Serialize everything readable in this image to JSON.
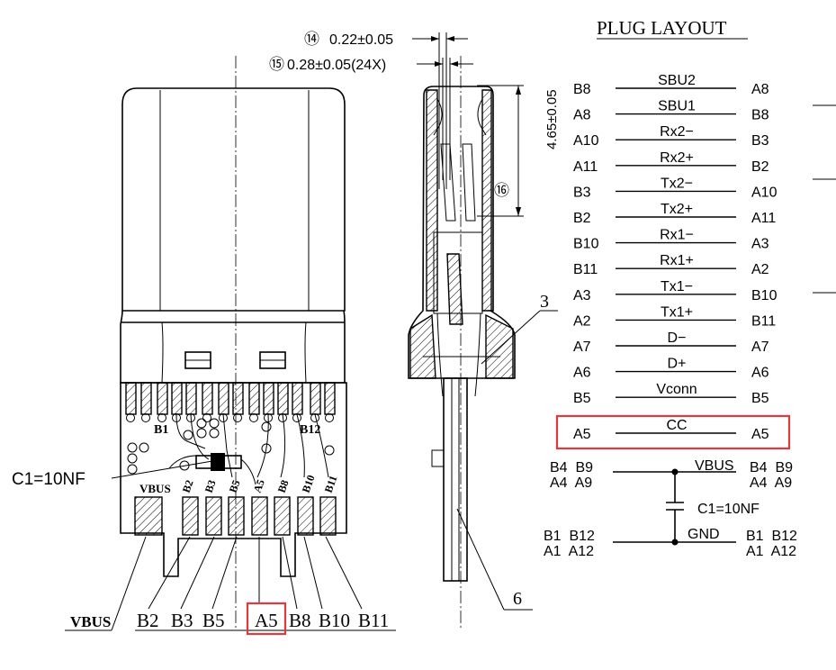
{
  "plug_layout": {
    "title": "PLUG LAYOUT",
    "rows": [
      {
        "left": "B8",
        "signal": "SBU2",
        "right": "A8"
      },
      {
        "left": "A8",
        "signal": "SBU1",
        "right": "B8"
      },
      {
        "left": "A10",
        "signal": "Rx2−",
        "right": "B3"
      },
      {
        "left": "A11",
        "signal": "Rx2+",
        "right": "B2"
      },
      {
        "left": "B3",
        "signal": "Tx2−",
        "right": "A10"
      },
      {
        "left": "B2",
        "signal": "Tx2+",
        "right": "A11"
      },
      {
        "left": "B10",
        "signal": "Rx1−",
        "right": "A3"
      },
      {
        "left": "B11",
        "signal": "Rx1+",
        "right": "A2"
      },
      {
        "left": "A3",
        "signal": "Tx1−",
        "right": "B10"
      },
      {
        "left": "A2",
        "signal": "Tx1+",
        "right": "B11"
      },
      {
        "left": "A7",
        "signal": "D−",
        "right": "A7"
      },
      {
        "left": "A6",
        "signal": "D+",
        "right": "A6"
      },
      {
        "left": "B5",
        "signal": "Vconn",
        "right": "B5"
      },
      {
        "left": "A5",
        "signal": "CC",
        "right": "A5",
        "highlighted": true
      }
    ],
    "power": {
      "vbus_label": "VBUS",
      "gnd_label": "GND",
      "cap_label": "C1=10NF",
      "vbus_left": [
        "B4  B9",
        "A4  A9"
      ],
      "vbus_right": [
        "B4  B9",
        "A4  A9"
      ],
      "gnd_left": [
        "B1  B12",
        "A1  A12"
      ],
      "gnd_right": [
        "B1  B12",
        "A1  A12"
      ]
    }
  },
  "dimensions": {
    "d14": {
      "num": "⑭",
      "text": "0.22±0.05"
    },
    "d15": {
      "num": "⑮",
      "text": "0.28±0.05(24X)"
    },
    "d16": {
      "num": "⑯",
      "text": "4.65±0.05"
    }
  },
  "callouts": {
    "part3": "3",
    "part6": "6"
  },
  "front_view": {
    "c1_label": "C1=10NF",
    "board_labels": {
      "b1": "B1",
      "b12": "B12",
      "vbus": "VBUS"
    },
    "pad_labels": [
      "B2",
      "B3",
      "B5",
      "A5",
      "B8",
      "B10",
      "B11"
    ],
    "bottom_labels": [
      "VBUS",
      "B2",
      "B3",
      "B5",
      "A5",
      "B8",
      "B10",
      "B11"
    ],
    "highlighted_bottom": "A5"
  },
  "colors": {
    "highlight": "#e0393e",
    "ink": "#000000"
  }
}
